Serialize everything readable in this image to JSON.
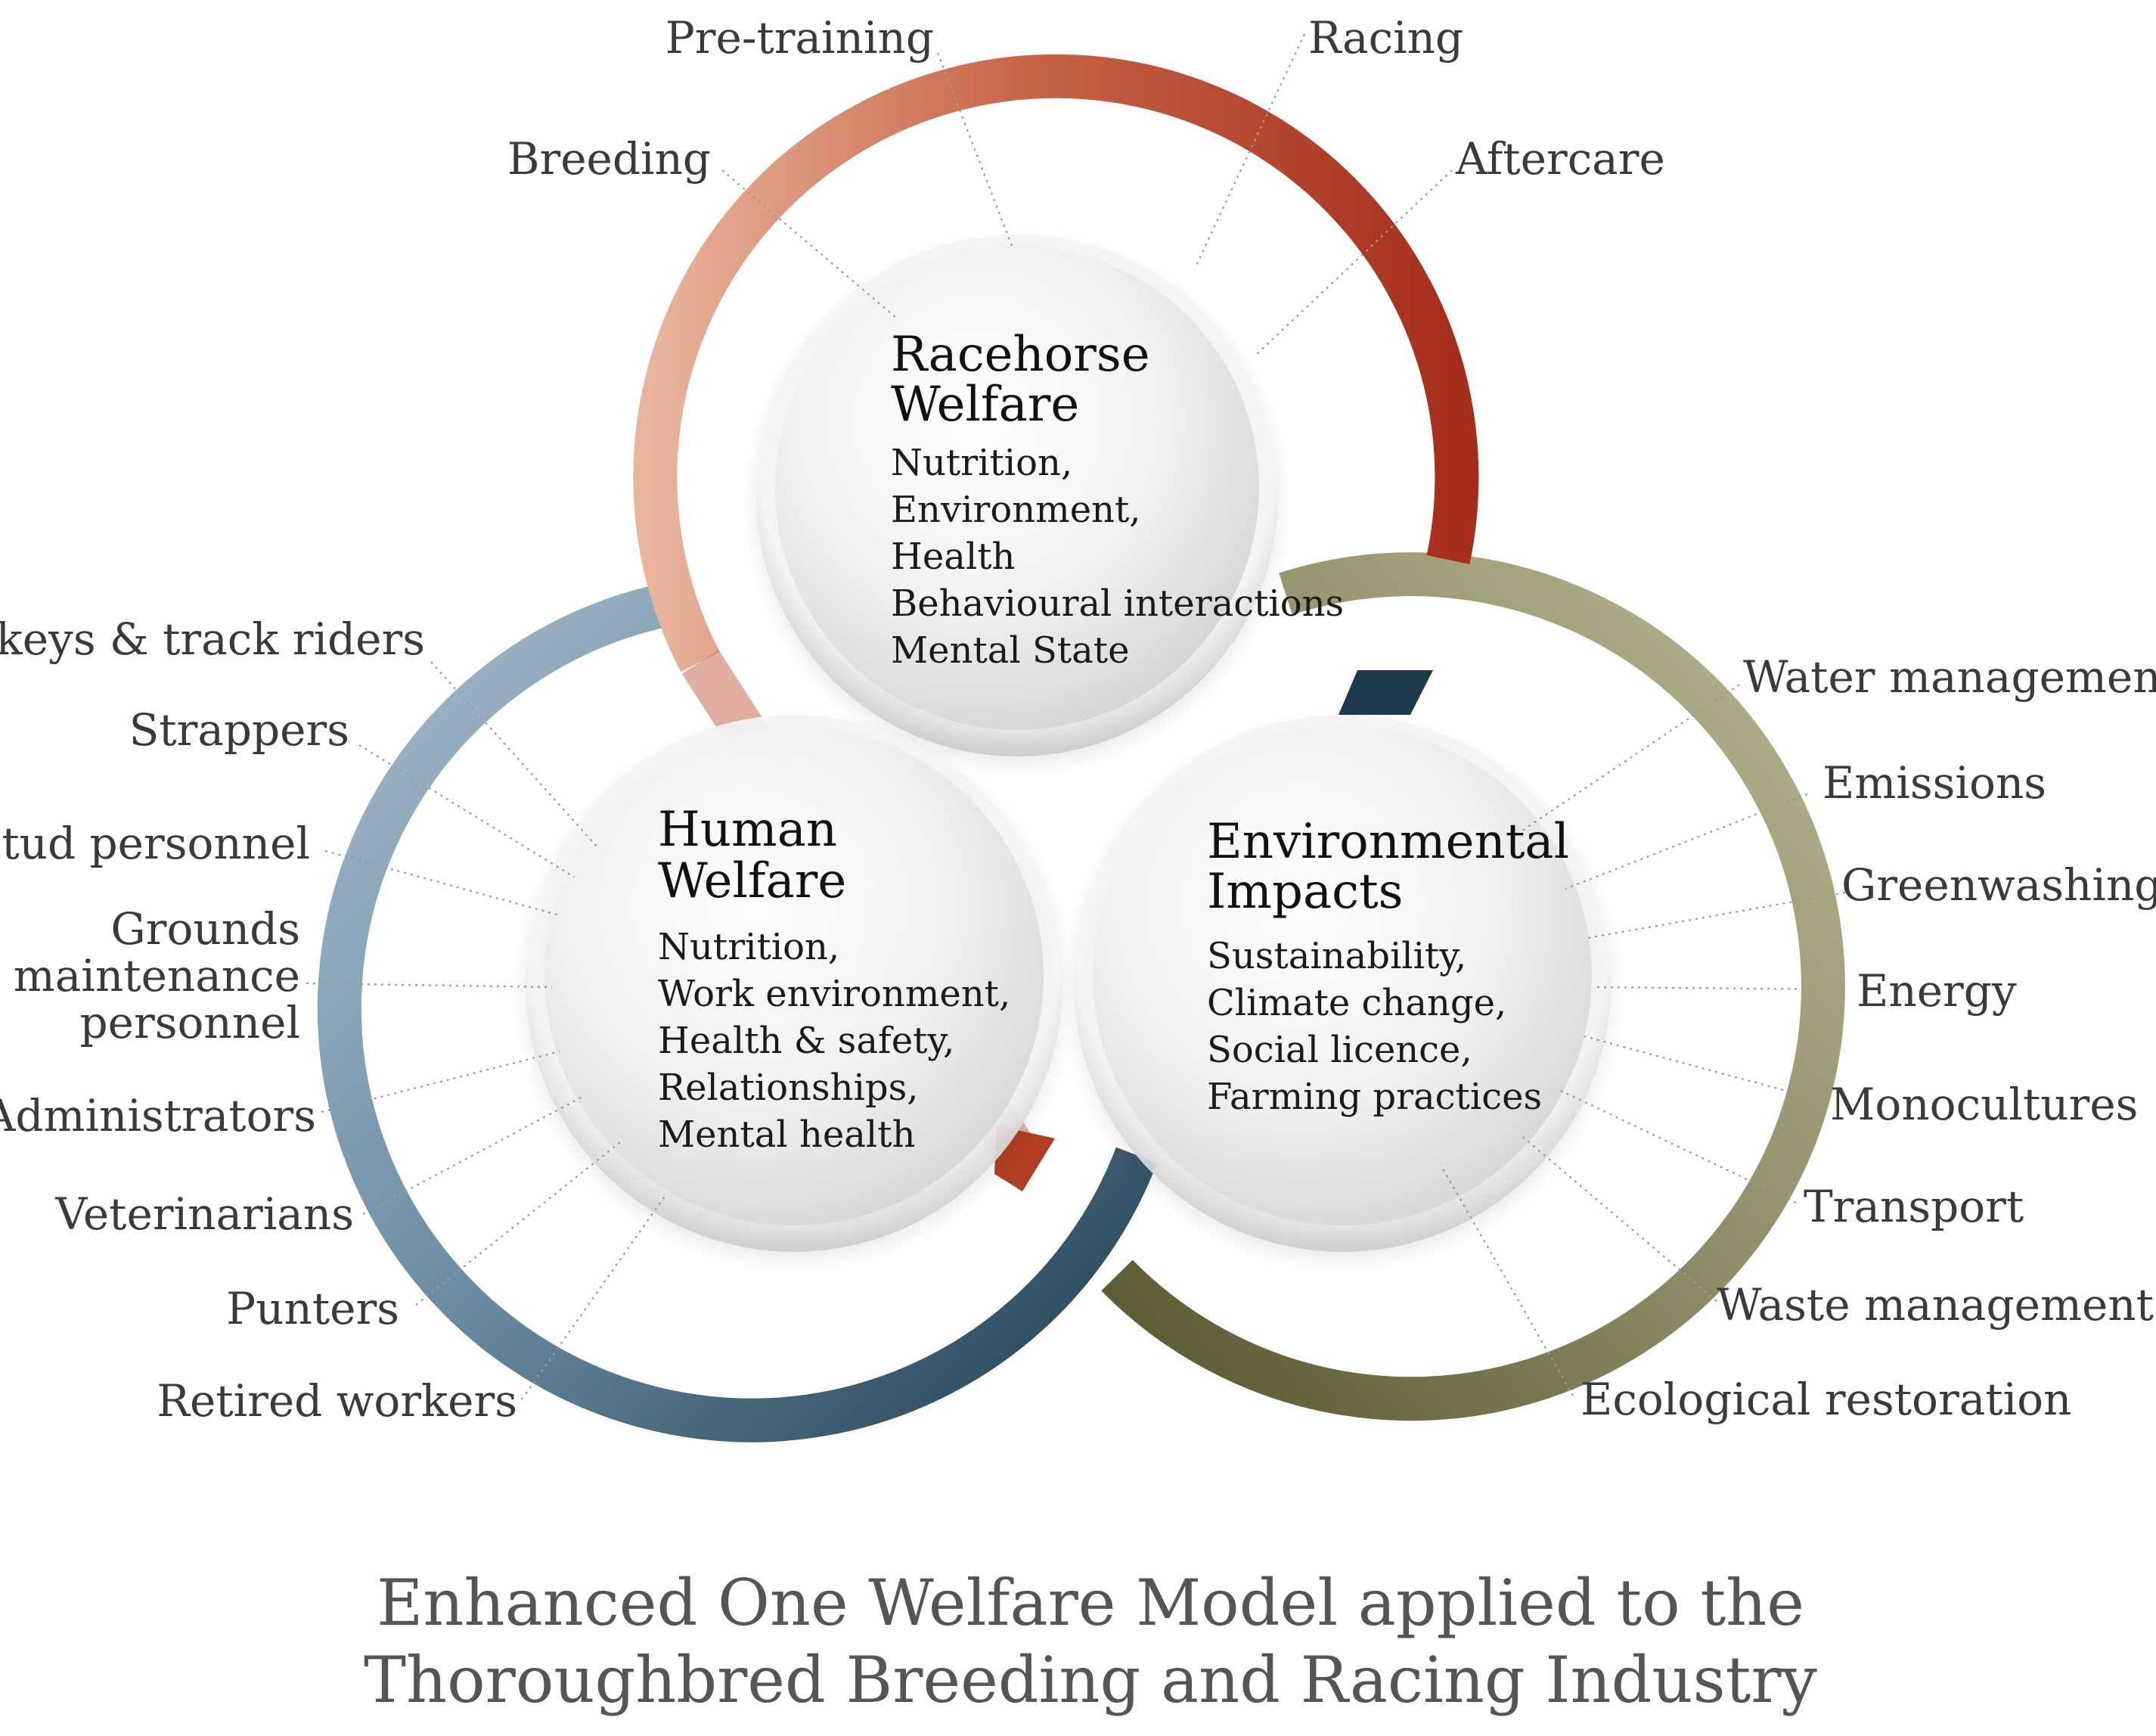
{
  "racehorse": {
    "title": [
      "Racehorse",
      "Welfare"
    ],
    "items": [
      "Nutrition,",
      "Environment,",
      "Health",
      "Behavioural interactions",
      "Mental State"
    ],
    "labels": [
      "Pre-training",
      "Racing",
      "Breeding",
      "Aftercare"
    ],
    "color": "#b54a30"
  },
  "human": {
    "title": [
      "Human",
      "Welfare"
    ],
    "items": [
      "Nutrition,",
      "Work environment,",
      "Health & safety,",
      "Relationships,",
      "Mental health"
    ],
    "labels": [
      "Jockeys & track riders",
      "Strappers",
      "Stud personnel",
      "Grounds",
      "maintenance",
      "personnel",
      "Administrators",
      "Veterinarians",
      "Punters",
      "Retired workers"
    ],
    "color": "#4d7189"
  },
  "environmental": {
    "title": [
      "Environmental",
      "Impacts"
    ],
    "items": [
      "Sustainability,",
      "Climate change,",
      "Social licence,",
      "Farming practices"
    ],
    "labels": [
      "Water management",
      "Emissions",
      "Greenwashing",
      "Energy",
      "Monocultures",
      "Transport",
      "Waste management",
      "Ecological restoration"
    ],
    "color": "#7f7d55"
  },
  "caption": [
    "Enhanced One Welfare Model applied to the",
    "Thoroughbred Breeding and Racing Industry"
  ]
}
